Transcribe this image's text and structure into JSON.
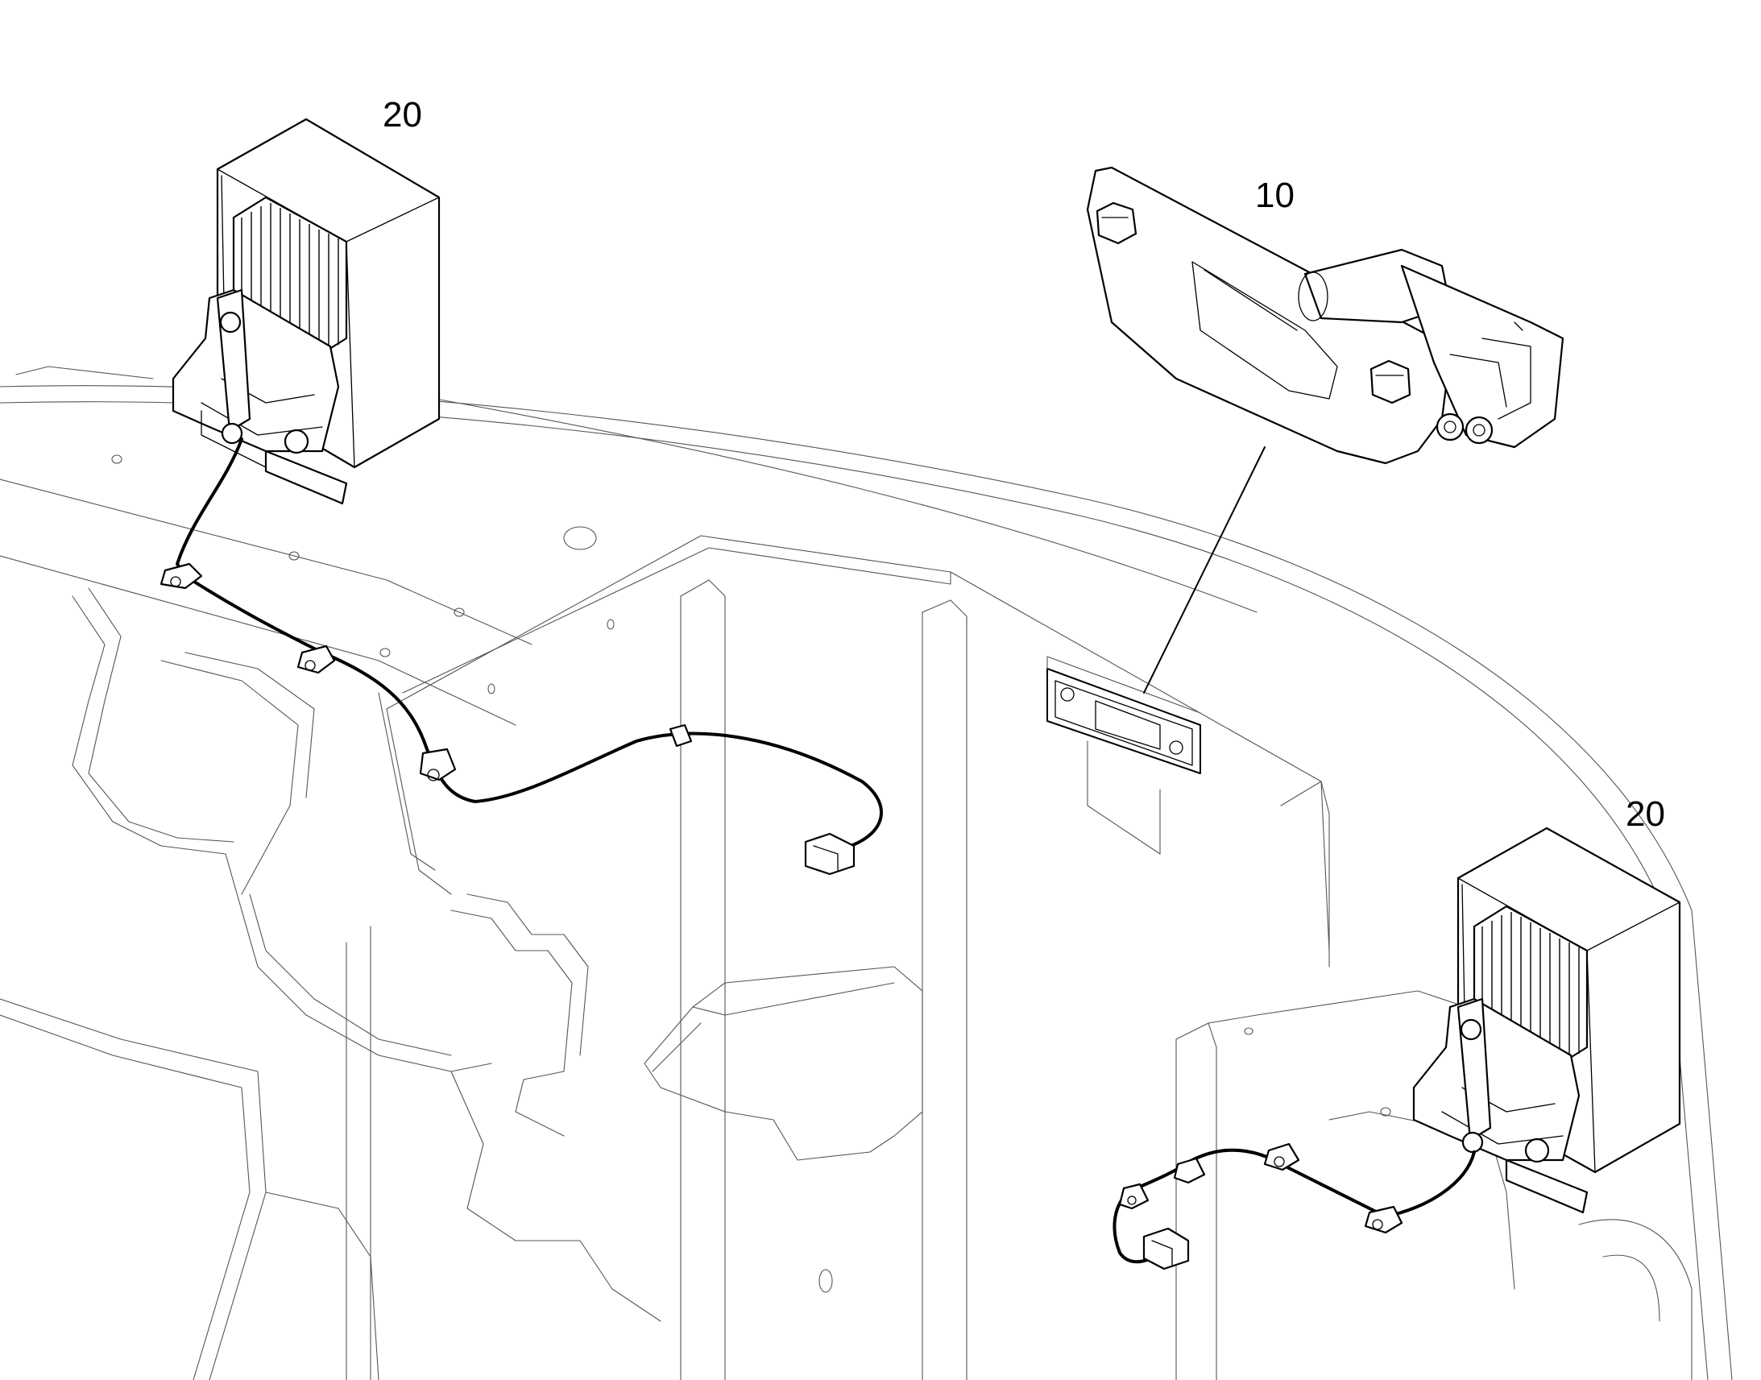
{
  "figure": {
    "callouts": [
      {
        "id": "callout-20-top-left",
        "label": "20"
      },
      {
        "id": "callout-10",
        "label": "10"
      },
      {
        "id": "callout-20-right",
        "label": "20"
      }
    ]
  }
}
